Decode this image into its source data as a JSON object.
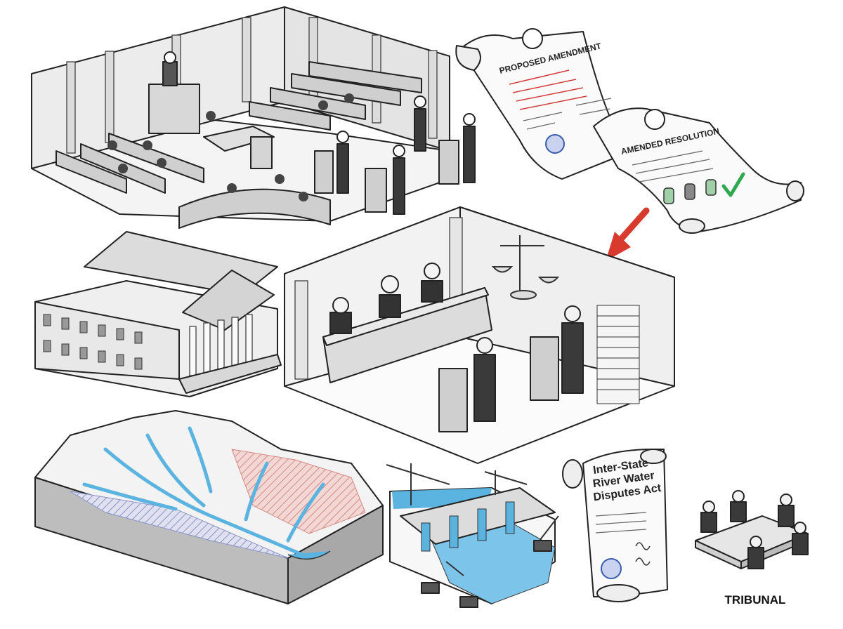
{
  "panels": {
    "legislative_hall": {},
    "supreme_court_building": {},
    "courtroom": {},
    "river_basin_terrain": {},
    "dam_construction": {},
    "tribunal_meeting": {
      "label": "TRIBUNAL"
    }
  },
  "documents": {
    "proposed_amendment": {
      "title": "PROPOSED AMENDMENT"
    },
    "amended_resolution": {
      "title": "AMENDED RESOLUTION"
    },
    "act_scroll": {
      "title_lines": [
        "Inter-State",
        "River Water",
        "Disputes Act"
      ]
    }
  },
  "colors": {
    "ink": "#222222",
    "building_fill": "#e6e6e6",
    "water": "#5bb3e0",
    "arrow": "#d83a2e",
    "check": "#2fa84f",
    "seal": "#3b5bab",
    "redline": "#d23c3c",
    "basin_blue_hatch": "#8a93c7",
    "basin_red_hatch": "#d68a84"
  },
  "icons": [
    "scale-icon",
    "check-icon",
    "seal-icon",
    "raised-hand-icon",
    "red-arrow-icon"
  ]
}
